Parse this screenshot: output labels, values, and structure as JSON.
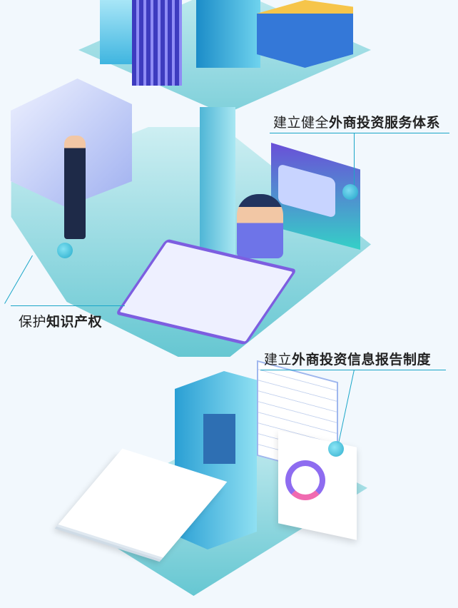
{
  "labels": {
    "service": {
      "normal": "建立健全",
      "bold": "外商投资服务体系"
    },
    "ip": {
      "normal": "保护",
      "bold": "知识产权"
    },
    "report": {
      "normal": "建立",
      "bold": "外商投资信息报告制度"
    }
  },
  "colors": {
    "platform": "#5cc3cf",
    "platform_top": "#d8f3f6",
    "accent": "#1aa6c8",
    "purple": "#6a4fd8"
  }
}
